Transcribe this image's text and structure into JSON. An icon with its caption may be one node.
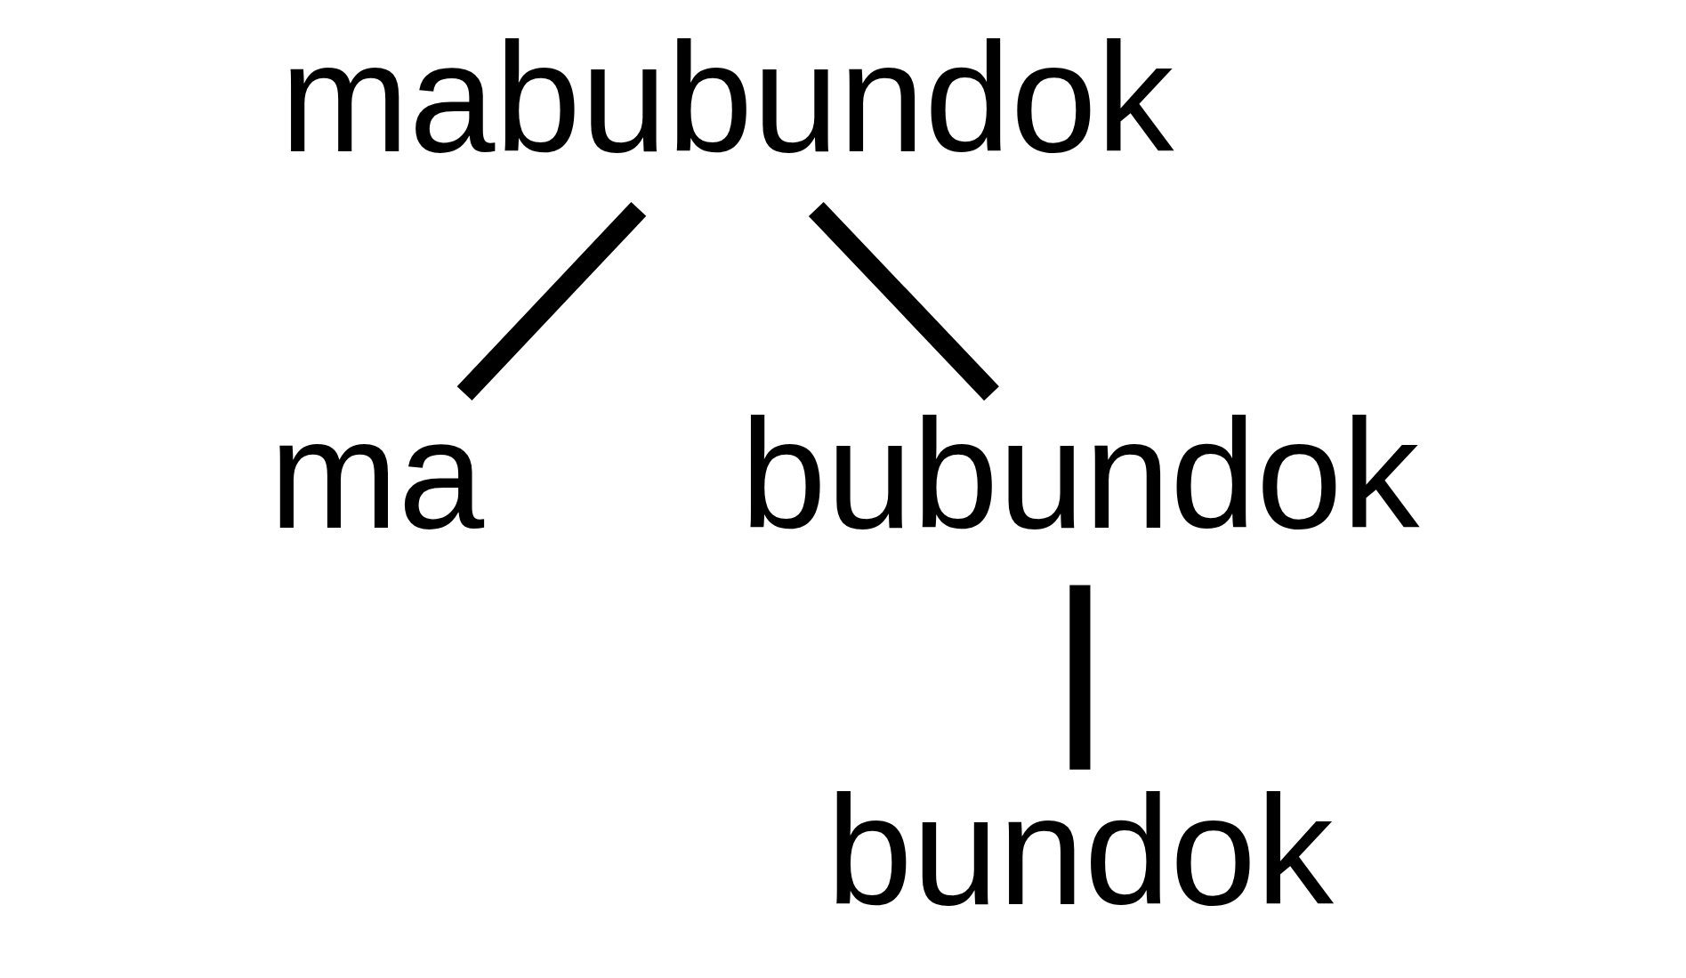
{
  "diagram": {
    "nodes": [
      {
        "text": [
          "mabubundok"
        ]
      },
      {
        "text": [
          "ma"
        ]
      },
      {
        "text": [
          "bubundok"
        ]
      },
      {
        "text": [
          "bundok"
        ]
      }
    ],
    "edges": [
      {
        "from": 0,
        "to": 1,
        "arrow": "none"
      },
      {
        "from": 0,
        "to": 2,
        "arrow": "none"
      },
      {
        "from": 2,
        "to": 3,
        "arrow": "none"
      }
    ]
  }
}
